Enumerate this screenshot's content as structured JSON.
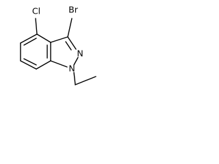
{
  "molecule": {
    "atoms": {
      "bromo": "Br",
      "chloro": "Cl",
      "n2": "N",
      "n1": "N"
    }
  },
  "colors": {
    "stroke": "#000000",
    "background": "#ffffff"
  }
}
